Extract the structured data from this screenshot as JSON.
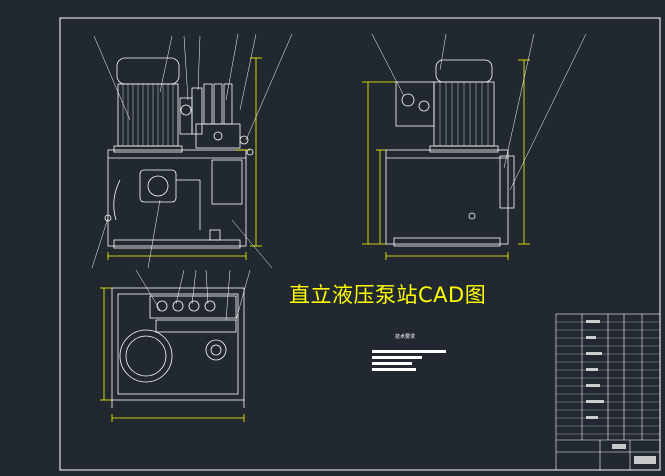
{
  "drawing": {
    "title": "直立液压泵站CAD图",
    "notes_title": "技术要求"
  },
  "colors": {
    "background": "#212830",
    "line": "#ffffff",
    "dimension": "#ffff00",
    "title_text": "#ffff00"
  },
  "views": [
    "front-view",
    "side-view",
    "top-view",
    "notes-block",
    "title-block"
  ]
}
